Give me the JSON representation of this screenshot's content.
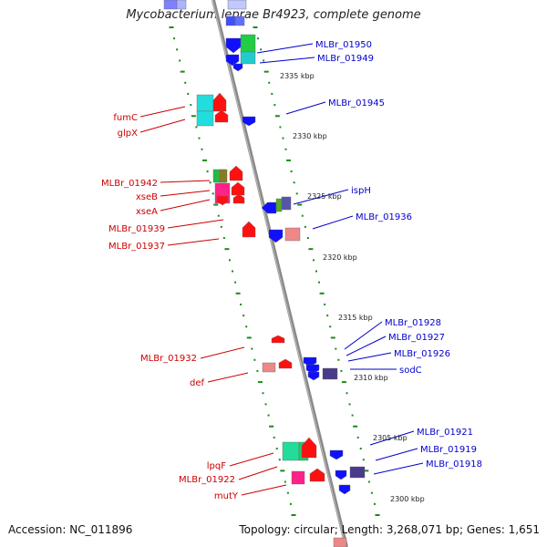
{
  "title": "Mycobacterium leprae Br4923, complete genome",
  "footer": {
    "accession": "Accession: NC_011896",
    "summary": "Topology: circular; Length: 3,268,071 bp; Genes: 1,651"
  },
  "colors": {
    "forward_label": "#cc0000",
    "reverse_label": "#0000cc",
    "backbone": "#8a8a8a",
    "ruler_tick": "#1a8a1a"
  },
  "kbp_marks": [
    "2335 kbp",
    "2330 kbp",
    "2325 kbp",
    "2320 kbp",
    "2315 kbp",
    "2310 kbp",
    "2305 kbp",
    "2300 kbp"
  ],
  "forward_labels": [
    "fumC",
    "glpX",
    "MLBr_01942",
    "xseB",
    "xseA",
    "MLBr_01939",
    "MLBr_01937",
    "MLBr_01932",
    "def",
    "lpqF",
    "MLBr_01922",
    "mutY"
  ],
  "reverse_labels": [
    "MLBr_01950",
    "MLBr_01949",
    "MLBr_01945",
    "ispH",
    "MLBr_01936",
    "MLBr_01928",
    "MLBr_01927",
    "MLBr_01926",
    "sodC",
    "MLBr_01921",
    "MLBr_01919",
    "MLBr_01918"
  ]
}
